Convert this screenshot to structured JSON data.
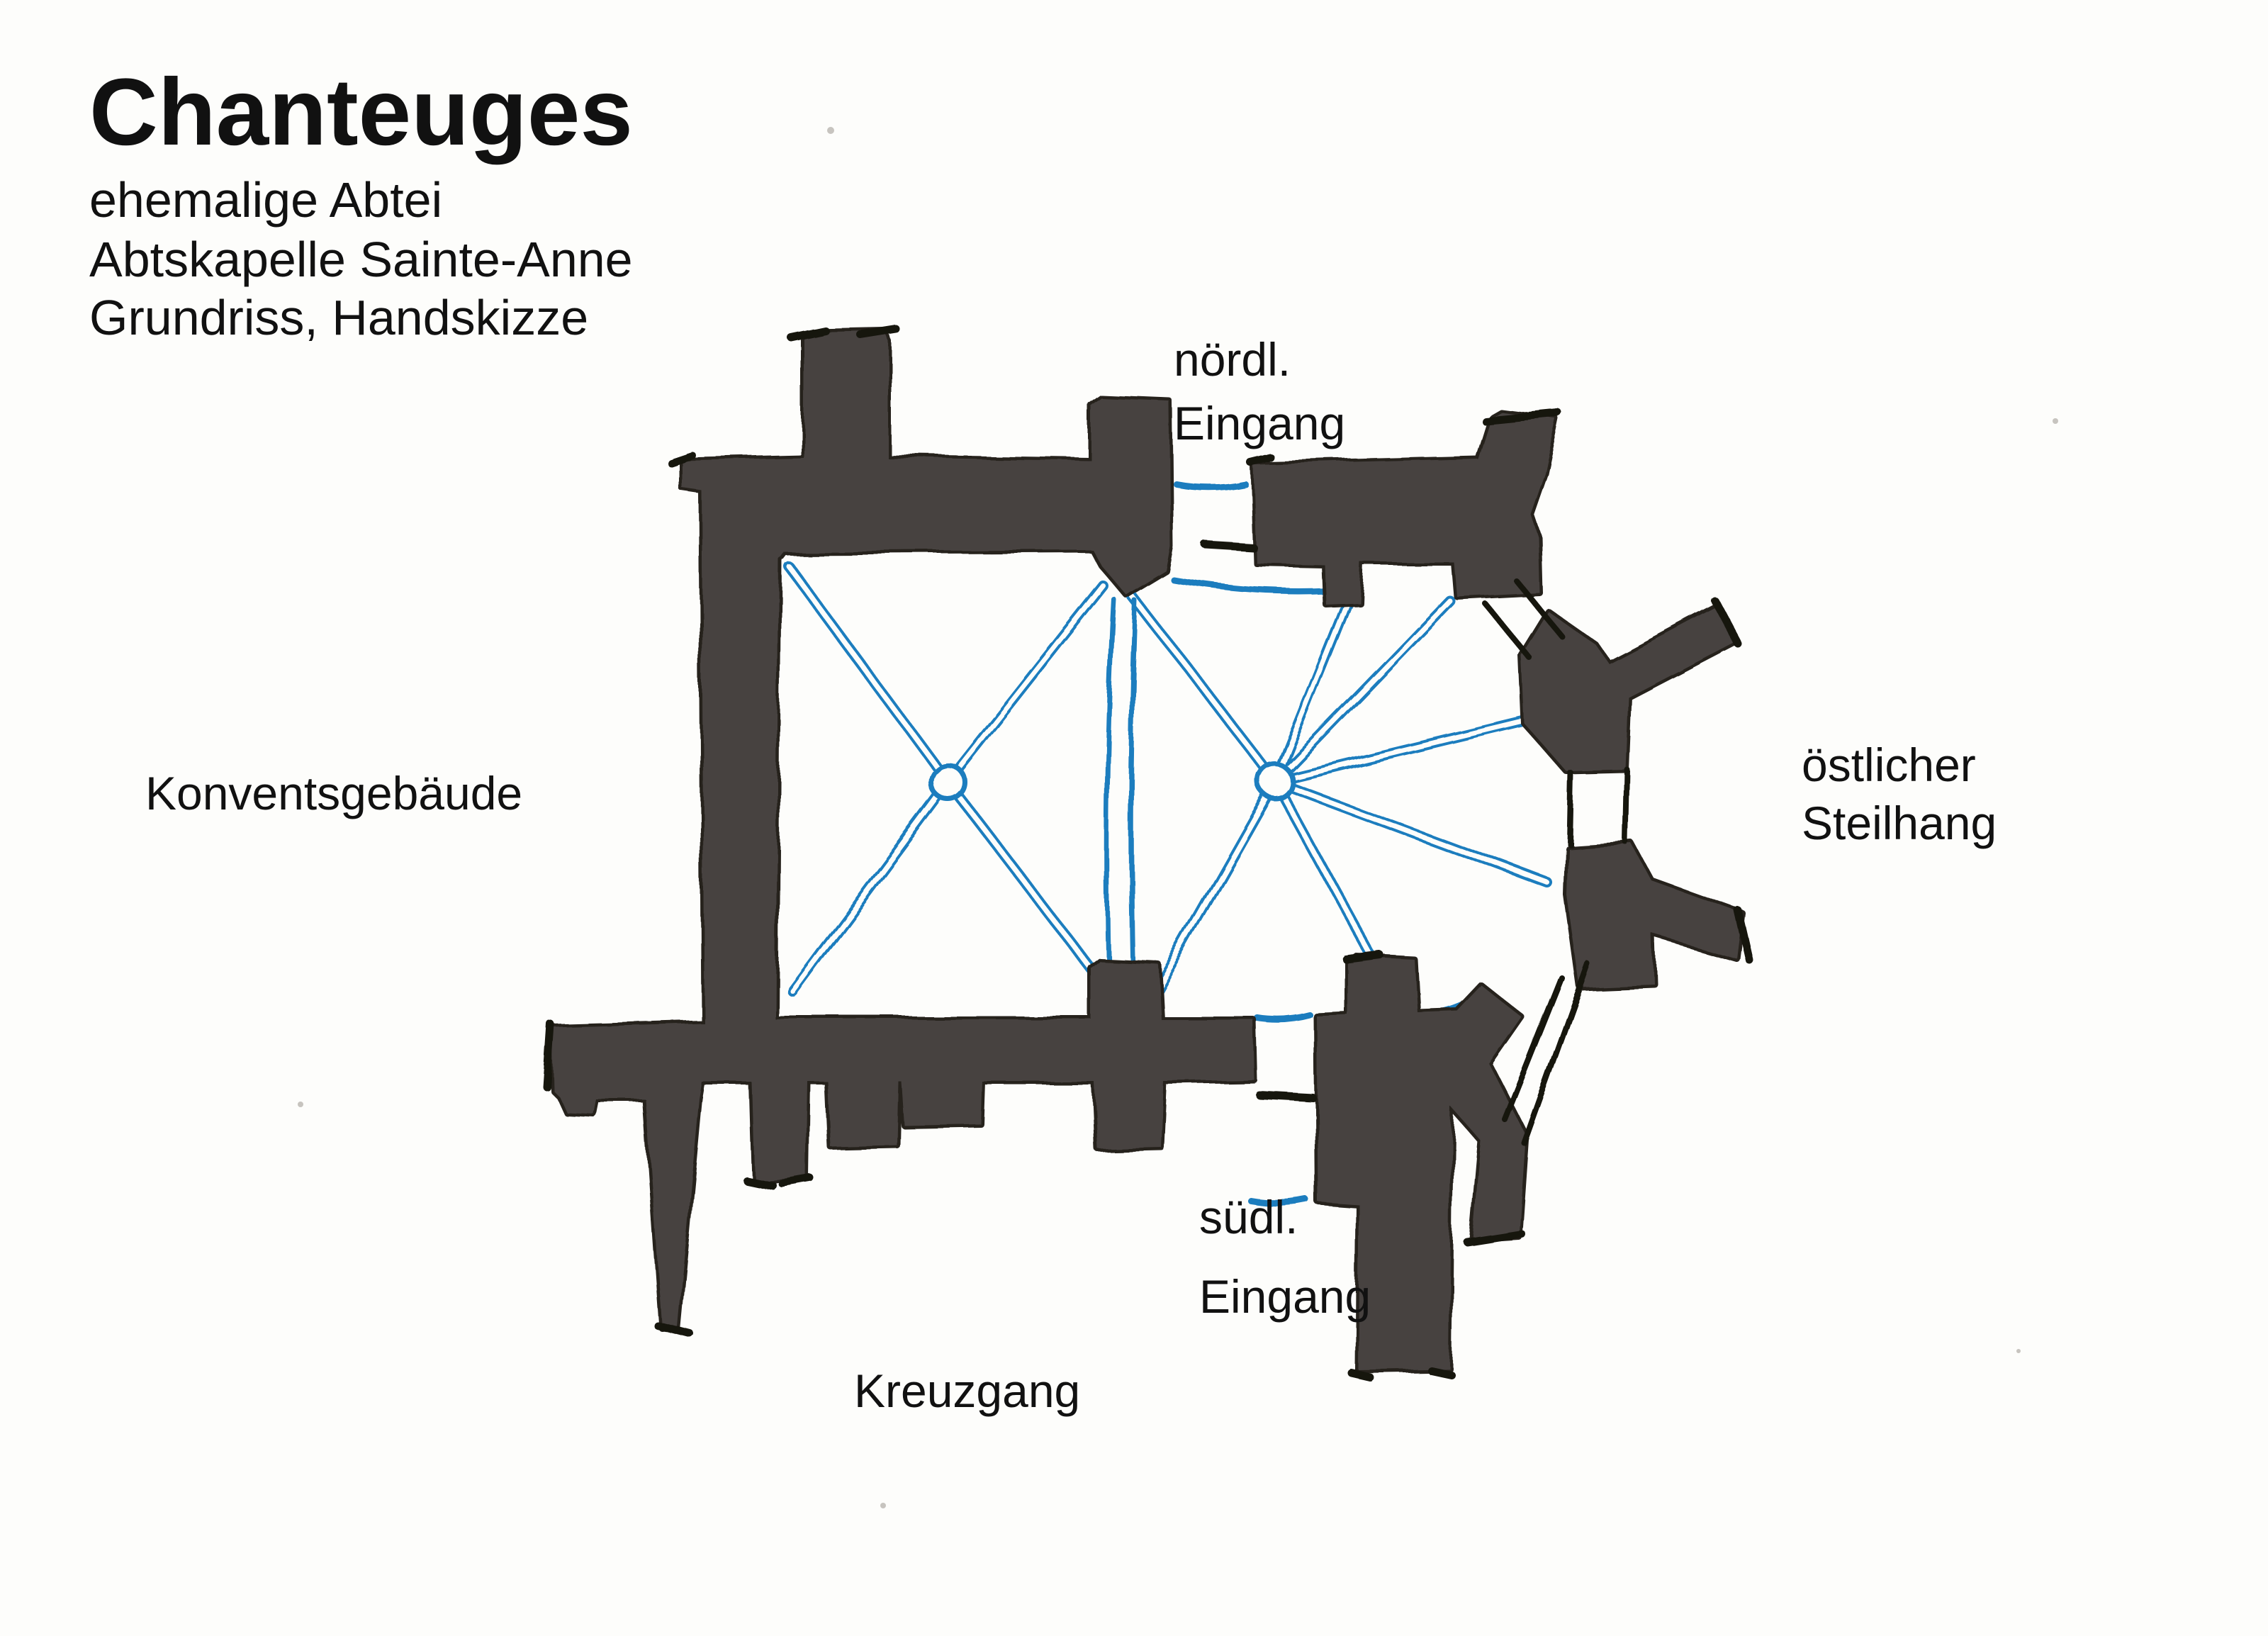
{
  "title": "Chanteuges",
  "subtitle": {
    "line1": "ehemalige Abtei",
    "line2": "Abtskapelle Sainte-Anne",
    "line3": "Grundriss, Handskizze"
  },
  "labels": {
    "north_entrance_line1": "nördl.",
    "north_entrance_line2": "Eingang",
    "south_entrance_line1": "südl.",
    "south_entrance_line2": "Eingang",
    "west_building": "Konventsgebäude",
    "east_slope_line1": "östlicher",
    "east_slope_line2": "Steilhang",
    "cloister": "Kreuzgang"
  },
  "colors": {
    "paper": "#fdfdfb",
    "wall_fill": "#464240",
    "wall_outline": "#25201b",
    "vault_rib_blue": "#1a7dbe",
    "ink_black": "#19150f",
    "text": "#111111"
  }
}
